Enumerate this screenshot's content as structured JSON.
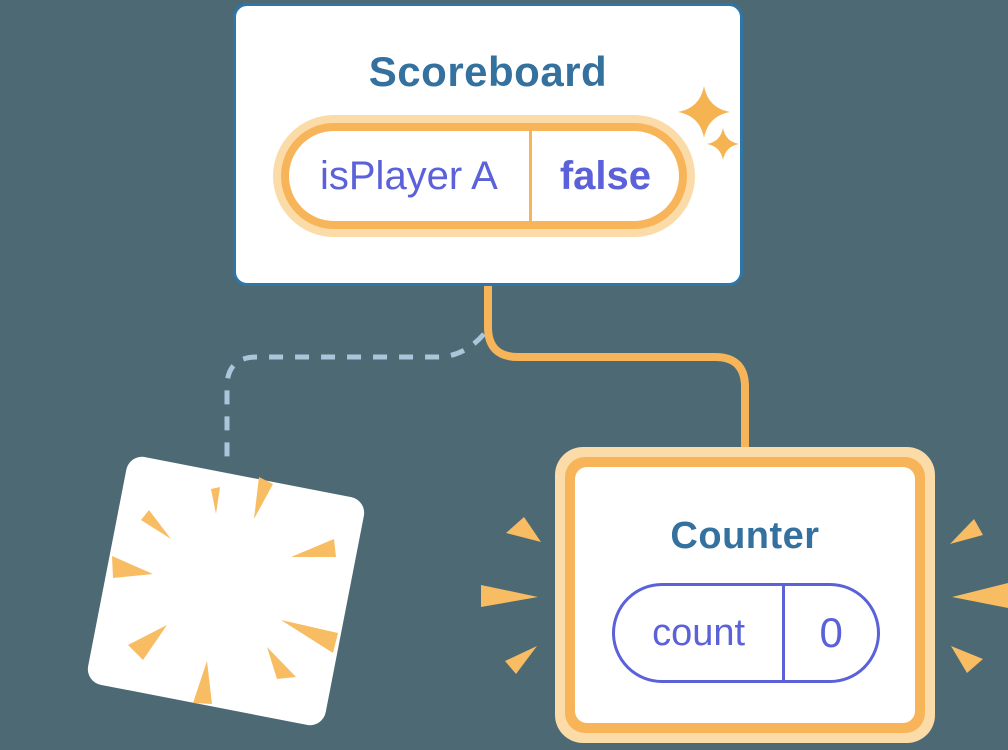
{
  "diagram": {
    "description": "React component tree state diagram",
    "scoreboard": {
      "title": "Scoreboard",
      "state": {
        "name": "isPlayer A",
        "value": "false"
      },
      "icon": "sparkles-icon"
    },
    "counter": {
      "title": "Counter",
      "state": {
        "name": "count",
        "value": "0"
      },
      "icon": "emphasis-burst-icon"
    },
    "destroyed_card": {
      "icon": "explosion-burst-icon"
    },
    "connectors": {
      "active_branch": "solid-orange",
      "removed_branch": "dashed-blue"
    }
  },
  "colors": {
    "background": "#4C6974",
    "card_border_blue": "#2E75A8",
    "component_title": "#35719E",
    "state_purple": "#5B61D8",
    "highlight_orange": "#F7B459",
    "highlight_orange_glow": "#FBDBA8",
    "dashed_connector": "#A9C6DA",
    "burst_orange": "#F8BC63",
    "card_white": "#FFFFFF"
  }
}
